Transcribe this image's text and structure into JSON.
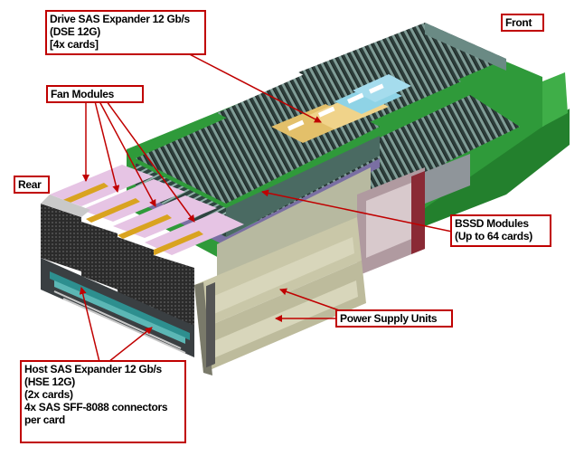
{
  "labels": {
    "drive_expander": [
      "Drive SAS Expander 12 Gb/s",
      "(DSE 12G)",
      "[4x cards]"
    ],
    "front": "Front",
    "fan_modules": "Fan Modules",
    "rear": "Rear",
    "bssd_modules": [
      "BSSD Modules",
      "(Up to 64 cards)"
    ],
    "power_supply_units": "Power Supply Units",
    "host_expander": [
      "Host SAS Expander 12 Gb/s",
      "(HSE 12G)",
      "(2x cards)",
      "4x SAS SFF-8088 connectors",
      "per card"
    ]
  },
  "colors": {
    "callout_border": "#c00000",
    "arrow": "#c00000",
    "pcb_green": "#2f9a3a",
    "card_dark": "#2a3a38",
    "fan_pink": "#e8c8e6",
    "psu_beige": "#c9c7a8",
    "chassis_grey": "#8f959a"
  }
}
